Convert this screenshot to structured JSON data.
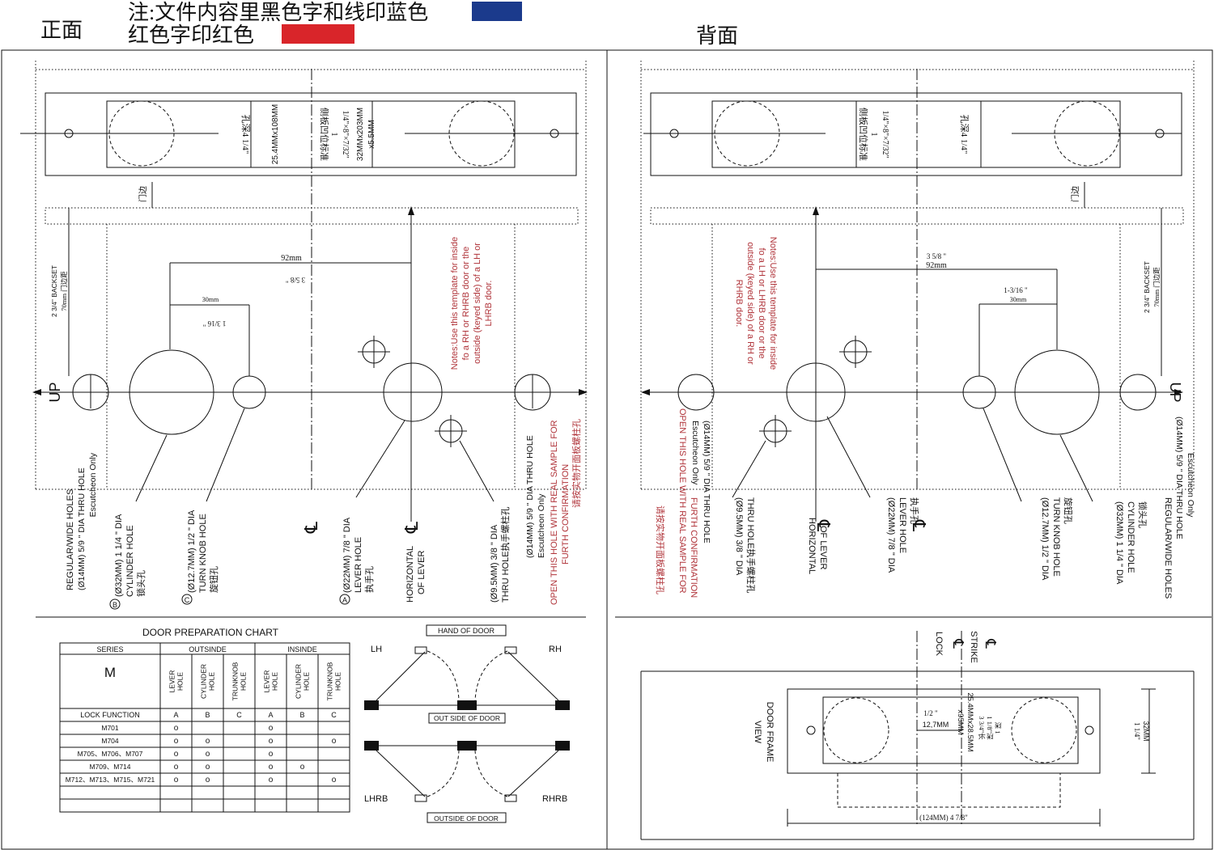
{
  "header": {
    "front_label": "正面",
    "back_label": "背面",
    "note_line1": "注:文件内容里黑色字和线印蓝色",
    "note_line2": "红色字印红色",
    "swatch_blue": "#1b3a8c",
    "swatch_red": "#d9252a"
  },
  "colors": {
    "note_red": "#b0343a",
    "line": "#111111"
  },
  "front": {
    "plate_depth": "孔深4 1/4\"",
    "plate_size": "25.4MMx108MM",
    "side_slot": "侧板凹位标准",
    "side_one": "1",
    "side_size_in": "1/4\"×8\"×7/32\"",
    "side_size_mm": "32MMx203MM",
    "side_thick": "x5.5MM",
    "door_edge": "门边",
    "backset": "2 3/4\" BACKSET",
    "backset_mm": "70mm 门边距",
    "dim_92": "92mm",
    "dim_358": "3 5/8 \"",
    "dim_30": "30mm",
    "dim_1316": "1 3/16 \"",
    "up": "UP",
    "notes_red": [
      "Notes:Use this template for inside",
      "fo a RH or RHRB door or the",
      "outside (keyed side) of a LH or",
      "LHRB door."
    ],
    "label_reg1": "REGULAR/WIDE  HOLES",
    "label_reg2": "(Ø14MM) 5/9 \" DIA THRU HOLE",
    "label_reg3": "Escutcheon Only",
    "label_b_letter": "B",
    "label_cyl1": "(Ø32MM)  1 1/4 \" DIA",
    "label_cyl2": "CYLINDER HOLE",
    "label_cyl3": "锁头孔",
    "label_c_letter": "C",
    "label_tk1": "(Ø12.7MM) 1/2 \" DIA",
    "label_tk2": "TURN KNOB HOLE",
    "label_tk3": "旋钮孔",
    "label_a_letter": "A",
    "label_lv1": "(Ø22MM)  7/8 \" DIA",
    "label_lv2": "LEVER  HOLE",
    "label_lv3": "执手孔",
    "label_hz1": "HORIZONTAL",
    "label_hz2": "OF LEVER",
    "label_th1": "(Ø9.5MM)  3/8 \" DIA",
    "label_th2": "THRU  HOLE执手螺柱孔",
    "label_es1": "(Ø14MM) 5/9 \" DIA THRU HOLE",
    "label_es2": "Escutcheon Only",
    "open_red": [
      "OPEN THIS HOLE WITH REAL SAMPLE FOR",
      "FURTH CONFIRMATION",
      "请按实物开面板螺柱孔"
    ]
  },
  "back": {
    "plate_depth": "孔深4 1/4\"",
    "side_slot": "侧板凹位标准",
    "side_one": "1",
    "side_size_in": "1/4\"×8\"×7/32\"",
    "door_edge": "门边",
    "backset": "2 3/4\" BACKSET",
    "backset_mm": "70mm 门边距",
    "dim_358": "3 5/8 \"",
    "dim_92": "92mm",
    "dim_1316": "1-3/16 \"",
    "dim_30": "30mm",
    "up": "UP",
    "notes_red": [
      "Notes:Use this template for inside",
      "fo a LH or LHRB door or the",
      "outside (keyed side) of a RH or",
      "RHRB door."
    ],
    "strike": "STRIKE",
    "lock": "LOCK",
    "door_frame1": "DOOR FRAME",
    "door_frame2": "VIEW",
    "half_in": "1/2 \"",
    "half_mm": "12,7MM",
    "strike_size": "25.4MMx28.5MM",
    "strike_x": "x95MM",
    "strike_deep": "深 1",
    "strike_d2": "1 1/8\"深",
    "strike_d3": "3 3/4\"长",
    "dim_32": "32MM",
    "dim_114": "1 1/4\"",
    "dim_124": "(124MM) 4 7/8\""
  },
  "chart": {
    "title": "DOOR PREPARATION CHART",
    "head_series": "SERIES",
    "head_outside": "OUTSINDE",
    "head_inside": "INSINDE",
    "series_value": "M",
    "col_heads": [
      "LEVER\nHOLE",
      "CYLINDER\nHOLE",
      "TRUNKNOB\nHOLE",
      "LEVER\nHOLE",
      "CYLINDER\nHOLE",
      "TRUNKNOB\nHOLE"
    ],
    "lock_function": "LOCK FUNCTION",
    "letters": [
      "A",
      "B",
      "C",
      "A",
      "B",
      "C"
    ],
    "rows": [
      {
        "model": "M701",
        "marks": [
          "o",
          "",
          "",
          "o",
          "",
          ""
        ]
      },
      {
        "model": "M704",
        "marks": [
          "o",
          "o",
          "",
          "o",
          "",
          "o"
        ]
      },
      {
        "model": "M705、M706、M707",
        "marks": [
          "o",
          "o",
          "",
          "o",
          "",
          ""
        ]
      },
      {
        "model": "M709、M714",
        "marks": [
          "o",
          "o",
          "",
          "o",
          "o",
          ""
        ]
      },
      {
        "model": "M712、M713、M715、M721",
        "marks": [
          "o",
          "o",
          "",
          "o",
          "",
          "o"
        ]
      },
      {
        "model": "",
        "marks": [
          "",
          "",
          "",
          "",
          "",
          ""
        ]
      },
      {
        "model": "",
        "marks": [
          "",
          "",
          "",
          "",
          "",
          ""
        ]
      }
    ]
  },
  "hand": {
    "title": "HAND OF DOOR",
    "lh": "LH",
    "rh": "RH",
    "lhrb": "LHRB",
    "rhrb": "RHRB",
    "outside_top": "OUT SIDE OF DOOR",
    "outside_bottom": "OUTSIDE OF DOOR"
  }
}
